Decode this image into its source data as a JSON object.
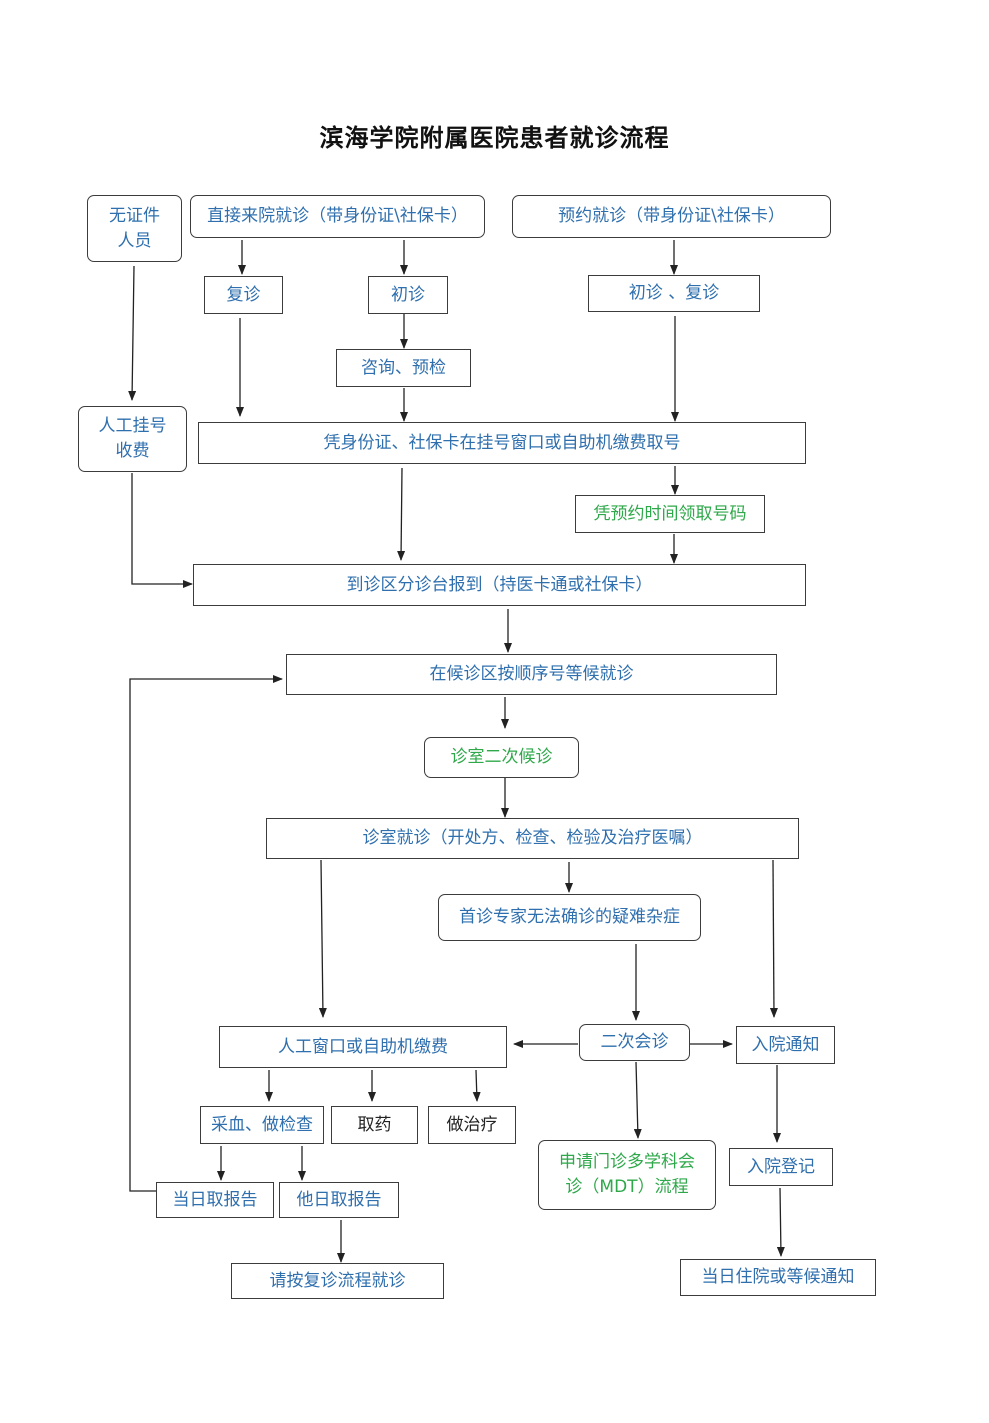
{
  "title": "滨海学院附属医院患者就诊流程",
  "colors": {
    "text_blue": "#2f6fae",
    "text_green": "#2ea84a",
    "text_black": "#222222",
    "border": "#3c3c3c"
  },
  "boxes": {
    "no_id": "无证件\n人员",
    "direct_visit": "直接来院就诊（带身份证\\社保卡）",
    "appointment": "预约就诊（带身份证\\社保卡）",
    "revisit": "复诊",
    "first_visit": "初诊",
    "first_or_revisit": "初诊 、复诊",
    "consult_precheck": "咨询、预检",
    "manual_register": "人工挂号\n收费",
    "register_window": "凭身份证、社保卡在挂号窗口或自助机缴费取号",
    "appt_ticket": "凭预约时间领取号码",
    "triage_desk": "到诊区分诊台报到（持医卡通或社保卡）",
    "waiting_area": "在候诊区按顺序号等候就诊",
    "second_wait": "诊室二次候诊",
    "consultation": "诊室就诊（开处方、检查、检验及治疗医嘱）",
    "difficult_case": "首诊专家无法确诊的疑难杂症",
    "payment": "人工窗口或自助机缴费",
    "second_consult": "二次会诊",
    "admission_notice": "入院通知",
    "blood_exam": "采血、做检查",
    "medicine": "取药",
    "treatment": "做治疗",
    "mdt": "申请门诊多学科会\n诊（MDT）流程",
    "admission_register": "入院登记",
    "same_day_report": "当日取报告",
    "other_day_report": "他日取报告",
    "revisit_flow": "请按复诊流程就诊",
    "admit_or_wait": "当日住院或等候通知"
  }
}
